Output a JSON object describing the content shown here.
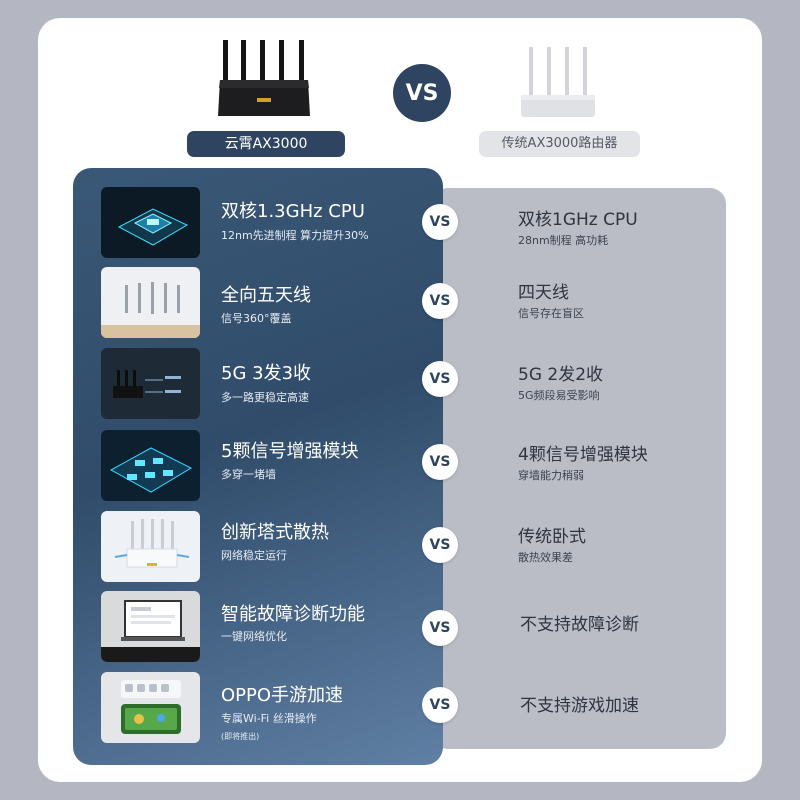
{
  "header": {
    "left_product": "云霄AX3000",
    "vs": "VS",
    "right_product": "传统AX3000路由器"
  },
  "left_features": [
    {
      "title": "双核1.3GHz CPU",
      "subtitle": "12nm先进制程 算力提升30%"
    },
    {
      "title": "全向五天线",
      "subtitle": "信号360°覆盖"
    },
    {
      "title": "5G 3发3收",
      "subtitle": "多一路更稳定高速"
    },
    {
      "title": "5颗信号增强模块",
      "subtitle": "多穿一堵墙"
    },
    {
      "title": "创新塔式散热",
      "subtitle": "网络稳定运行"
    },
    {
      "title": "智能故障诊断功能",
      "subtitle": "一键网络优化"
    },
    {
      "title": "OPPO手游加速",
      "subtitle": "专属Wi-Fi 丝滑操作",
      "note": "(即将推出)"
    }
  ],
  "vs_labels": [
    "VS",
    "VS",
    "VS",
    "VS",
    "VS",
    "VS",
    "VS"
  ],
  "right_features": [
    {
      "title": "双核1GHz CPU",
      "subtitle": "28nm制程 高功耗"
    },
    {
      "title": "四天线",
      "subtitle": "信号存在盲区"
    },
    {
      "title": "5G 2发2收",
      "subtitle": "5G频段易受影响"
    },
    {
      "title": "4颗信号增强模块",
      "subtitle": "穿墙能力稍弱"
    },
    {
      "title": "传统卧式",
      "subtitle": "散热效果差"
    },
    {
      "title": "不支持故障诊断",
      "subtitle": ""
    },
    {
      "title": "不支持游戏加速",
      "subtitle": ""
    }
  ],
  "colors": {
    "accent_dark": "#2e4460",
    "page_bg": "#b4b7c2",
    "right_panel": "#babdc5"
  }
}
